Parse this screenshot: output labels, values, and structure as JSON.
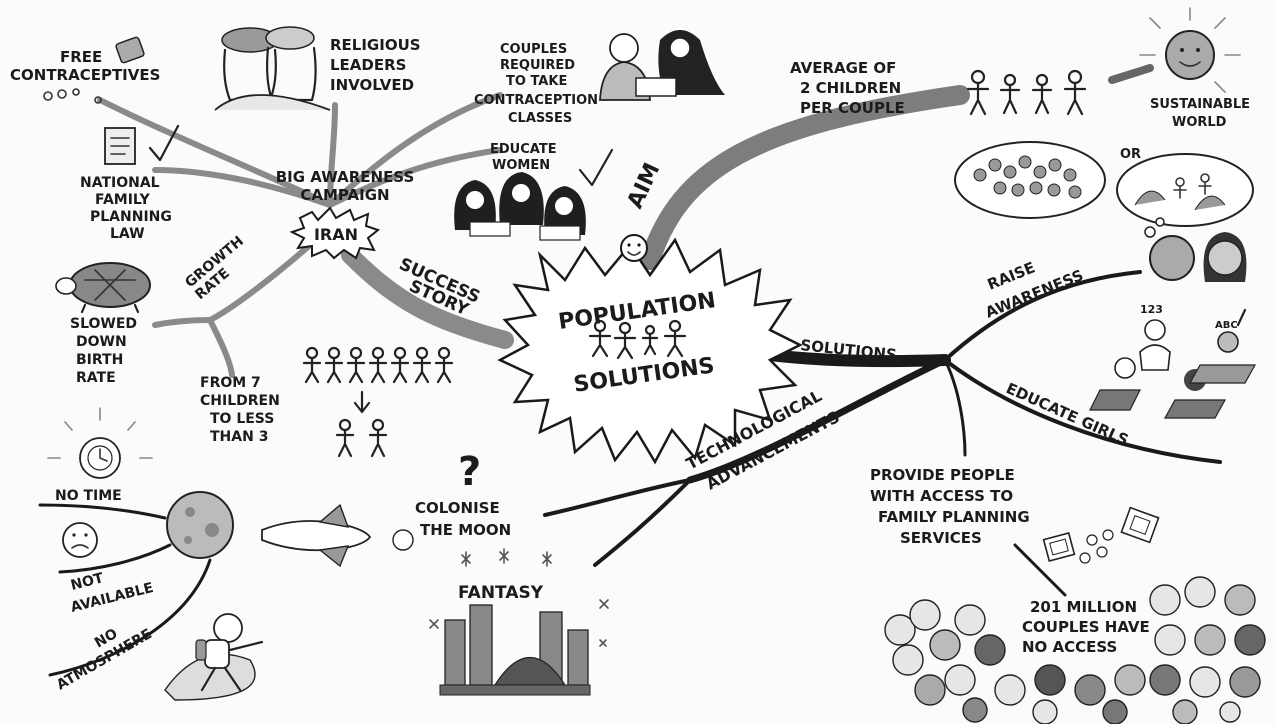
{
  "center": {
    "line1": "POPULATION",
    "line2": "SOLUTIONS"
  },
  "branches": {
    "success_story": {
      "line1": "SUCCESS",
      "line2": "STORY"
    },
    "aim": "AIM",
    "solutions": "SOLUTIONS",
    "technological": {
      "line1": "TECHNOLOGICAL",
      "line2": "ADVANCEMENTS"
    },
    "growth_rate": {
      "line1": "GROWTH",
      "line2": "RATE"
    }
  },
  "iran": {
    "campaign": {
      "line1": "BIG AWARENESS",
      "line2": "CAMPAIGN"
    },
    "country": "IRAN",
    "free_contraceptives": {
      "line1": "FREE",
      "line2": "CONTRACEPTIVES"
    },
    "religious_leaders": {
      "line1": "RELIGIOUS",
      "line2": "LEADERS",
      "line3": "INVOLVED"
    },
    "couples_classes": {
      "line1": "COUPLES",
      "line2": "REQUIRED",
      "line3": "TO TAKE",
      "line4": "CONTRACEPTION",
      "line5": "CLASSES"
    },
    "educate_women": {
      "line1": "EDUCATE",
      "line2": "WOMEN"
    },
    "family_law": {
      "line1": "NATIONAL",
      "line2": "FAMILY",
      "line3": "PLANNING",
      "line4": "LAW"
    },
    "slowed": {
      "line1": "SLOWED",
      "line2": "DOWN",
      "line3": "BIRTH",
      "line4": "RATE"
    },
    "seven_to_three": {
      "line1": "FROM 7",
      "line2": "CHILDREN",
      "line3": "TO LESS",
      "line4": "THAN 3"
    }
  },
  "aim": {
    "average": {
      "line1": "AVERAGE OF",
      "line2": "2 CHILDREN",
      "line3": "PER COUPLE"
    },
    "sustainable": {
      "line1": "SUSTAINABLE",
      "line2": "WORLD"
    },
    "or": "OR"
  },
  "solutions": {
    "raise_awareness": {
      "line1": "RAISE",
      "line2": "AWARENESS"
    },
    "educate_girls": "EDUCATE GIRLS",
    "access": {
      "line1": "PROVIDE PEOPLE",
      "line2": "WITH ACCESS TO",
      "line3": "FAMILY PLANNING",
      "line4": "SERVICES"
    },
    "million": {
      "line1": "201 MILLION",
      "line2": "COUPLES HAVE",
      "line3": "NO ACCESS"
    },
    "board1": "123",
    "board2": "ABC"
  },
  "tech": {
    "colonise": {
      "line1": "COLONISE",
      "line2": "THE MOON"
    },
    "fantasy": "FANTASY",
    "no_time": "NO TIME",
    "not_available": {
      "line1": "NOT",
      "line2": "AVAILABLE"
    },
    "no_atmosphere": {
      "line1": "NO",
      "line2": "ATMOSPHERE"
    },
    "question": "?"
  },
  "colors": {
    "ink": "#1a1a1a",
    "paper": "#fbfbfb",
    "grey": "#8a8a8a",
    "dark_face": "#6a6a6a"
  }
}
